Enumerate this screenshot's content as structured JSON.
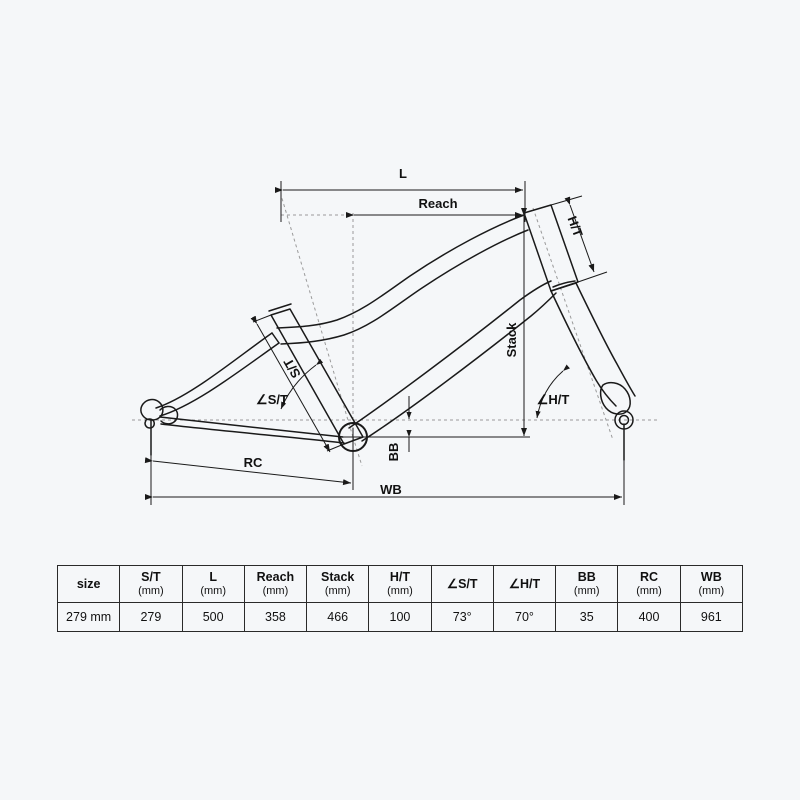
{
  "diagram": {
    "title": "Bicycle frame geometry diagram",
    "labels": {
      "length": "L",
      "reach": "Reach",
      "head_tube": "H/T",
      "stack": "Stack",
      "seat_tube": "S/T",
      "seat_tube_angle": "∠S/T",
      "head_tube_angle": "∠H/T",
      "bb_drop": "BB",
      "rear_center": "RC",
      "wheelbase": "WB"
    },
    "colors": {
      "background": "#f5f7f9",
      "line": "#1a1a1a",
      "dashed": "#8a8a8a",
      "text": "#111111"
    }
  },
  "table": {
    "columns": [
      {
        "name": "size",
        "unit": ""
      },
      {
        "name": "S/T",
        "unit": "(mm)"
      },
      {
        "name": "L",
        "unit": "(mm)"
      },
      {
        "name": "Reach",
        "unit": "(mm)"
      },
      {
        "name": "Stack",
        "unit": "(mm)"
      },
      {
        "name": "H/T",
        "unit": "(mm)"
      },
      {
        "name": "∠S/T",
        "unit": ""
      },
      {
        "name": "∠H/T",
        "unit": ""
      },
      {
        "name": "BB",
        "unit": "(mm)"
      },
      {
        "name": "RC",
        "unit": "(mm)"
      },
      {
        "name": "WB",
        "unit": "(mm)"
      }
    ],
    "rows": [
      {
        "size": "279 mm",
        "st": "279",
        "l": "500",
        "reach": "358",
        "stack": "466",
        "ht": "100",
        "st_angle": "73°",
        "ht_angle": "70°",
        "bb": "35",
        "rc": "400",
        "wb": "961"
      }
    ]
  },
  "chart_data": {
    "type": "table",
    "title": "Bicycle frame geometry",
    "categories": [
      "size",
      "S/T (mm)",
      "L (mm)",
      "Reach (mm)",
      "Stack (mm)",
      "H/T (mm)",
      "∠S/T",
      "∠H/T",
      "BB (mm)",
      "RC (mm)",
      "WB (mm)"
    ],
    "values": [
      "279 mm",
      279,
      500,
      358,
      466,
      100,
      73,
      70,
      35,
      400,
      961
    ]
  }
}
